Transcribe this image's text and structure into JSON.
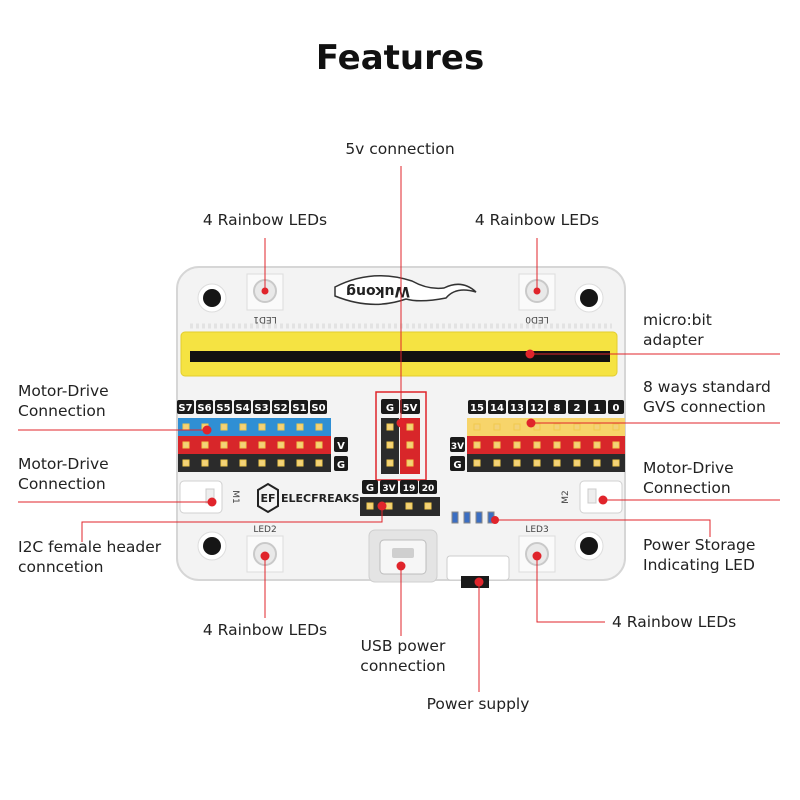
{
  "title": "Features",
  "callouts": {
    "five_v": "5v connection",
    "rainbow_top_left": "4 Rainbow LEDs",
    "rainbow_top_right": "4 Rainbow LEDs",
    "microbit_line1": "micro:bit",
    "microbit_line2": "adapter",
    "gvs_line1": "8 ways standard",
    "gvs_line2": "GVS connection",
    "motor_left1_line1": "Motor-Drive",
    "motor_left1_line2": "Connection",
    "motor_left2_line1": "Motor-Drive",
    "motor_left2_line2": "Connection",
    "motor_right_line1": "Motor-Drive",
    "motor_right_line2": "Connection",
    "i2c_line1": "I2C female header",
    "i2c_line2": "conncetion",
    "power_led_line1": "Power Storage",
    "power_led_line2": "Indicating LED",
    "rainbow_bottom_left": "4 Rainbow LEDs",
    "rainbow_bottom_right": "4 Rainbow LEDs",
    "usb_line1": "USB power",
    "usb_line2": "connection",
    "power_supply": "Power supply"
  },
  "board": {
    "brand": "ELECFREAKS",
    "logo_text": "Wukong",
    "led_labels": [
      "LED1",
      "LED0",
      "LED2",
      "LED3"
    ],
    "motor_labels": [
      "M1",
      "M2"
    ],
    "left_pins": [
      "S7",
      "S6",
      "S5",
      "S4",
      "S3",
      "S2",
      "S1",
      "S0"
    ],
    "right_pins": [
      "15",
      "14",
      "13",
      "12",
      "8",
      "2",
      "1",
      "0"
    ],
    "center_pins": [
      "G",
      "5V"
    ],
    "i2c_pins": [
      "G",
      "3V",
      "19",
      "20"
    ],
    "row_labels": {
      "v": "V",
      "g": "G",
      "three_v": "3V",
      "g_right": "G"
    }
  },
  "colors": {
    "accent_red": "#e0242b",
    "signal_blue": "#2f8fd4",
    "signal_yellow": "#f7d46a",
    "power_red": "#d8262a",
    "ground_black": "#2b2b2b",
    "adapter_yellow": "#f5e342"
  }
}
